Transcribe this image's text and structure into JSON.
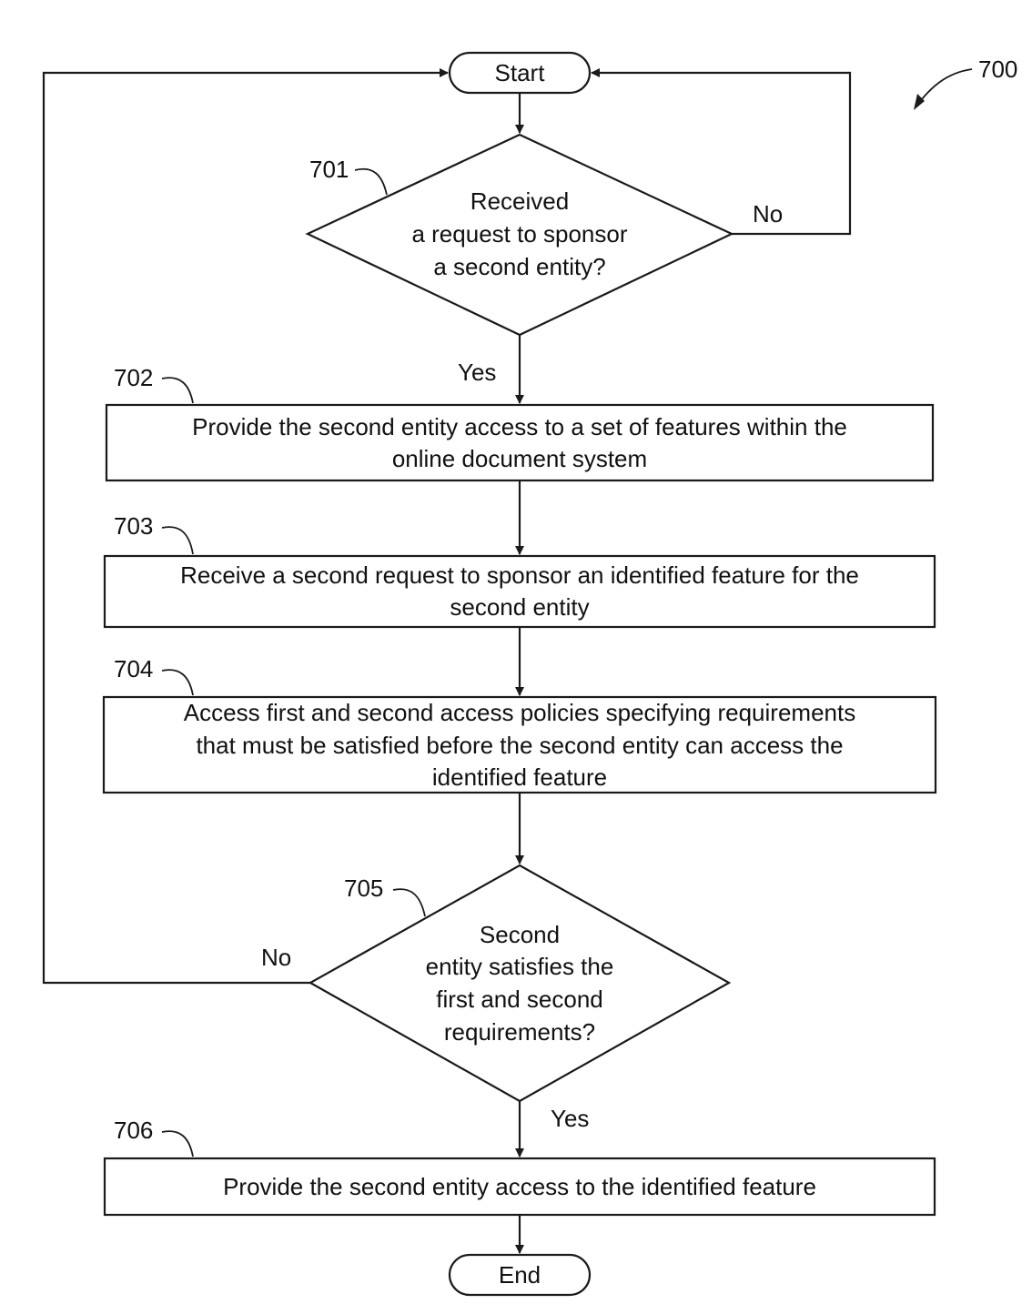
{
  "figure_ref": "700",
  "start_label": "Start",
  "end_label": "End",
  "steps": {
    "s701": {
      "ref": "701",
      "lines": [
        "Received",
        "a request to sponsor",
        "a second entity?"
      ],
      "no_label": "No",
      "yes_label": "Yes"
    },
    "s702": {
      "ref": "702",
      "lines": [
        "Provide the second entity access to a set of features within the",
        "online document system"
      ]
    },
    "s703": {
      "ref": "703",
      "lines": [
        "Receive a second request to sponsor an identified feature for the",
        "second entity"
      ]
    },
    "s704": {
      "ref": "704",
      "lines": [
        "Access first and second access policies specifying requirements",
        "that must be satisfied before the second entity can access the",
        "identified feature"
      ]
    },
    "s705": {
      "ref": "705",
      "lines": [
        "Second",
        "entity satisfies the",
        "first and second",
        "requirements?"
      ],
      "no_label": "No",
      "yes_label": "Yes"
    },
    "s706": {
      "ref": "706",
      "lines": [
        "Provide the second entity access to the identified feature"
      ]
    }
  }
}
